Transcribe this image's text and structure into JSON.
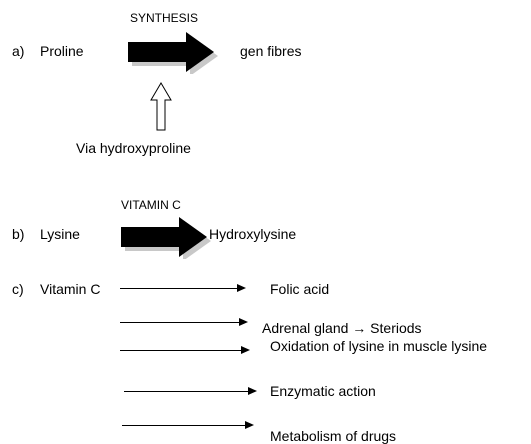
{
  "a": {
    "marker": "a)",
    "start": "Proline",
    "process": "SYNTHESIS",
    "end": "gen fibres",
    "via": "Via hydroxyproline"
  },
  "b": {
    "marker": "b)",
    "start": "Lysine",
    "process": "VITAMIN C",
    "end": "Hydroxylysine"
  },
  "c": {
    "marker": "c)",
    "start": "Vitamin C",
    "targets": [
      "Folic acid",
      "Adrenal gland → Steriods",
      "Oxidation of lysine in muscle lysine",
      "Enzymatic action",
      "Metabolism of drugs"
    ]
  }
}
